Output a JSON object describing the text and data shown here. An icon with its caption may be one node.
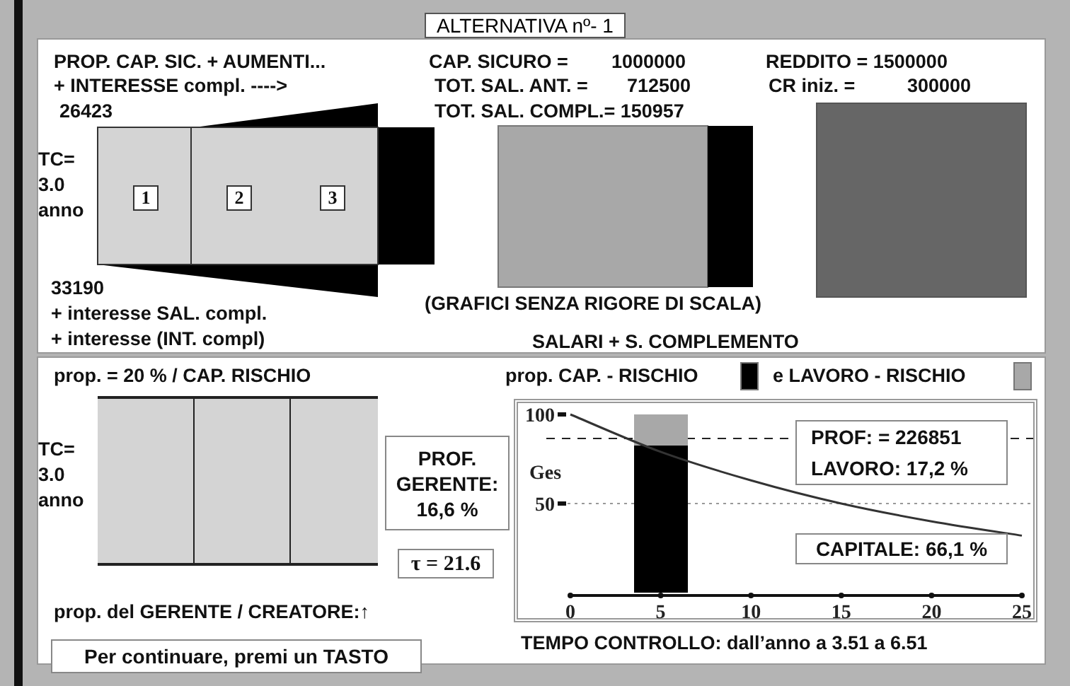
{
  "diagram": {
    "title": "ALTERNATIVA nº- 1",
    "nodes": [
      {
        "text": [
          "1"
        ]
      },
      {
        "text": [
          "2"
        ]
      },
      {
        "text": [
          "3"
        ]
      },
      {
        "text": [
          "PROF. GERENTE: 16,6 %"
        ]
      },
      {
        "text": [
          "τ = 21.6"
        ]
      },
      {
        "text": [
          "PROF: = 226851",
          "LAVORO: 17,2 %"
        ]
      },
      {
        "text": [
          "CAPITALE: 66,1 %"
        ]
      },
      {
        "text": [
          "Per continuare, premi un TASTO"
        ]
      }
    ],
    "edges": [],
    "labels": [
      "PROP. CAP. SIC. + AUMENTI...",
      "+ INTERESSE compl. ---->",
      "26423",
      "TC= 3.0 anno",
      "33190",
      "+ interesse SAL. compl.",
      "+ interesse (INT. compl)",
      "CAP. SICURO =",
      "1000000",
      "TOT. SAL. ANT. =",
      "712500",
      "TOT. SAL. COMPL.= 150957",
      "REDDITO = 1500000",
      "CR iniz. =",
      "300000",
      "(GRAFICI SENZA RIGORE DI SCALA)",
      "SALARI + S. COMPLEMENTO",
      "prop. = 20 % / CAP. RISCHIO",
      "TC= 3.0 anno",
      "prop. del GERENTE / CREATORE:↑",
      "TEMPO CONTROLLO: dall’anno a 3.51 a 6.51"
    ],
    "legend": [
      {
        "text": "prop. CAP. - RISCHIO",
        "color": "#000000"
      },
      {
        "text": "e LAVORO - RISCHIO",
        "color": "#a8a8a8"
      }
    ],
    "chart_data": {
      "type": "line",
      "ylabel": "Ges",
      "x": [
        0,
        5,
        10,
        15,
        20,
        25
      ],
      "xlim": [
        0,
        25
      ],
      "ylim": [
        0,
        100
      ],
      "xticks": [
        0,
        5,
        10,
        15,
        20,
        25
      ],
      "yticks": [
        50,
        100
      ],
      "series": [
        {
          "color": "#333333",
          "values": [
            100,
            79,
            63,
            50,
            40,
            32
          ]
        }
      ]
    }
  }
}
